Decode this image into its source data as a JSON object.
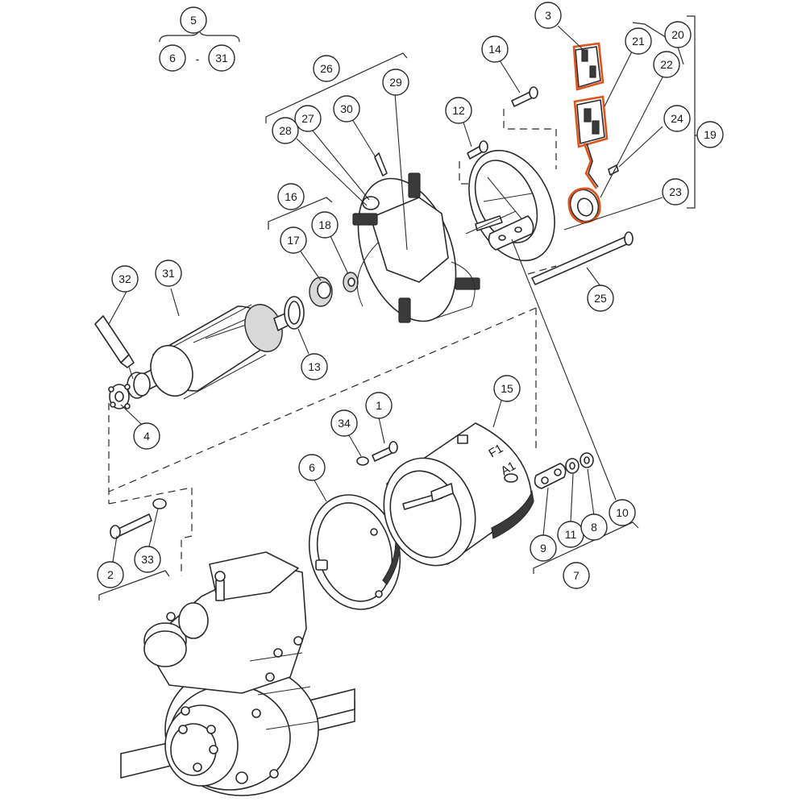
{
  "diagram": {
    "callouts": [
      {
        "id": "c5",
        "label": "5"
      },
      {
        "id": "c6a",
        "label": "6"
      },
      {
        "id": "c31a",
        "label": "31"
      },
      {
        "id": "range-dash",
        "label": "-"
      },
      {
        "id": "c3",
        "label": "3"
      },
      {
        "id": "c20",
        "label": "20"
      },
      {
        "id": "c21",
        "label": "21"
      },
      {
        "id": "c22",
        "label": "22"
      },
      {
        "id": "c14",
        "label": "14"
      },
      {
        "id": "c26",
        "label": "26"
      },
      {
        "id": "c29",
        "label": "29"
      },
      {
        "id": "c27",
        "label": "27"
      },
      {
        "id": "c28",
        "label": "28"
      },
      {
        "id": "c30",
        "label": "30"
      },
      {
        "id": "c12",
        "label": "12"
      },
      {
        "id": "c24",
        "label": "24"
      },
      {
        "id": "c19",
        "label": "19"
      },
      {
        "id": "c23",
        "label": "23"
      },
      {
        "id": "c16",
        "label": "16"
      },
      {
        "id": "c17",
        "label": "17"
      },
      {
        "id": "c18",
        "label": "18"
      },
      {
        "id": "c25",
        "label": "25"
      },
      {
        "id": "c32",
        "label": "32"
      },
      {
        "id": "c31",
        "label": "31"
      },
      {
        "id": "c13",
        "label": "13"
      },
      {
        "id": "c4",
        "label": "4"
      },
      {
        "id": "c15",
        "label": "15"
      },
      {
        "id": "c1",
        "label": "1"
      },
      {
        "id": "c34",
        "label": "34"
      },
      {
        "id": "c6",
        "label": "6"
      },
      {
        "id": "c10",
        "label": "10"
      },
      {
        "id": "c9",
        "label": "9"
      },
      {
        "id": "c11",
        "label": "11"
      },
      {
        "id": "c8",
        "label": "8"
      },
      {
        "id": "c7",
        "label": "7"
      },
      {
        "id": "c2",
        "label": "2"
      },
      {
        "id": "c33",
        "label": "33"
      }
    ],
    "housing_marks": [
      "F1",
      "A1"
    ],
    "highlight_color": "#e0541c",
    "ink_color": "#2a2a2a"
  }
}
